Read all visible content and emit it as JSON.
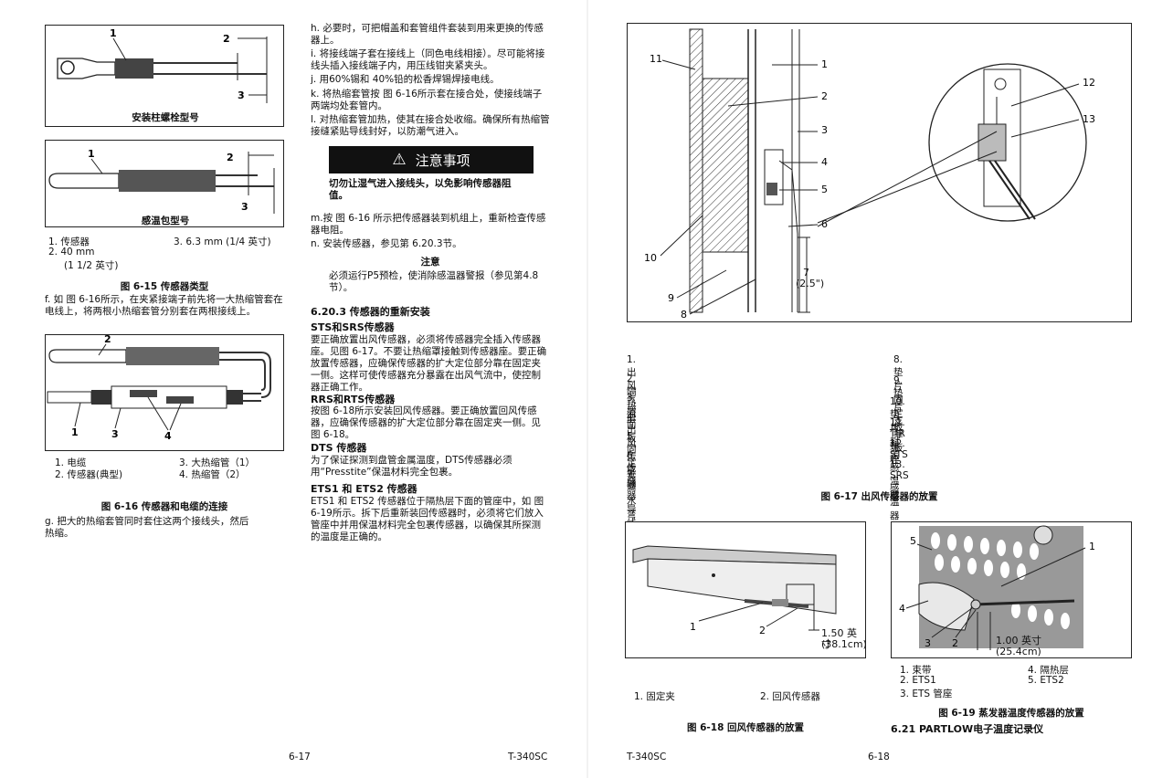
{
  "left": {
    "fig1_caption": "安装柱螺栓型号",
    "fig2_caption": "感温包型号",
    "legend15": {
      "i1": "1.  传感器",
      "i2": "2.  40 mm",
      "i2b": "(1 1/2 英寸)",
      "i3": "3.   6.3 mm (1/4 英寸)"
    },
    "fig15_title": "图 6-15 传感器类型",
    "para_f": "f. 如 图 6-16所示，在夹紧接端子前先将一大热缩管套在电线上，将两根小热缩套管分别套在两根接线上。",
    "legend16": {
      "i1": "1. 电缆",
      "i2": "2. 传感器(典型)",
      "i3": "3. 大热缩管（1）",
      "i4": "4. 热缩管（2）"
    },
    "fig16_title": "图 6-16 传感器和电缆的连接",
    "para_g": "g. 把大的热缩套管同时套住这两个接线头，然后热缩。",
    "page_num": "6-17"
  },
  "middle": {
    "h": "h. 必要时，可把帽盖和套管组件套装到用来更换的传感器上。",
    "i": "i. 将接线端子套在接线上（同色电线相接）。尽可能将接线头插入接线端子内，用压线钳夹紧夹头。",
    "j": "j. 用60%锡和 40%铅的松香焊锡焊接电线。",
    "k": "k. 将热缩套管按 图 6-16所示套在接合处，使接线端子两端均处套管内。",
    "l": "l. 对热缩套管加热，使其在接合处收缩。确保所有热缩管接缝紧贴导线封好，以防潮气进入。",
    "caution_title": "注意事项",
    "caution_text": "切勿让湿气进入接线头，以免影响传感器阻值。",
    "m": "m.按 图 6-16 所示把传感器装到机组上，重新检查传感器电阻。",
    "n": "n. 安装传感器，参见第 6.20.3节。",
    "note_title": "注意",
    "note_text": "必须运行P5预检，使消除感温器警报（参见第4.8节）。",
    "sec_title": "6.20.3 传感器的重新安装",
    "sts_title": "STS和SRS传感器",
    "sts_text": "要正确放置出风传感器，必须将传感器完全插入传感器座。见图 6-17。不要让热缩罩接触到传感器座。要正确放置传感器，应确保传感器的扩大定位部分靠在固定夹一侧。这样可使传感器充分暴露在出风气流中，使控制器正确工作。",
    "rrs_title": "RRS和RTS传感器",
    "rrs_text": "按图 6-18所示安装回风传感器。要正确放置回风传感器，应确保传感器的扩大定位部分靠在固定夹一侧。见图 6-18。",
    "dts_title": "DTS 传感器",
    "dts_text": "为了保证探测到盘管金属温度，DTS传感器必须用“Presstite”保温材料完全包裹。",
    "ets_title": "ETS1 和 ETS2 传感器",
    "ets_text": "ETS1 和 ETS2 传感器位于隔热层下面的管座中，如 图 6-19所示。拆下后重新装回传感器时，必须将它们放入管座中并用保温材料完全包裹传感器，以确保其所探测的温度是正确的。",
    "doc_id": "T-340SC"
  },
  "right": {
    "fig17_legend_left": [
      "1.   出风气流",
      "2.   隔热层",
      "3.   后面板",
      "4.   出风传感器",
      "5.   固定夹",
      "6.   传感器导线",
      "7.   滴水弯"
    ],
    "fig17_legend_right": [
      "8.   垫片固定板",
      "9.   垫片支撑板",
      "10.   垫片封盖",
      "11.   TIR 螺栓",
      "12.   STS 感温器",
      "13.   SRS 感温器"
    ],
    "fig17_title": "图 6-17 出风传感器的放置",
    "fig17_dim": "7",
    "fig17_dim2": "(2.5\")",
    "fig18_dim": "1.50 英寸",
    "fig18_dim2": "(38.1cm)",
    "fig18_legend": {
      "i1": "1.  固定夹",
      "i2": "2.  回风传感器"
    },
    "fig18_title": "图 6-18 回风传感器的放置",
    "fig19_dim": "1.00 英寸",
    "fig19_dim2": "(25.4cm)",
    "fig19_legend": {
      "i1": "1. 束带",
      "i2": "2. ETS1",
      "i3": "3. ETS 管座",
      "i4": "4. 隔热层",
      "i5": "5. ETS2"
    },
    "fig19_title": "图 6-19 蒸发器温度传感器的放置",
    "sec621": "6.21 PARTLOW电子温度记录仪",
    "doc_id": "T-340SC",
    "page_num": "6-18"
  }
}
